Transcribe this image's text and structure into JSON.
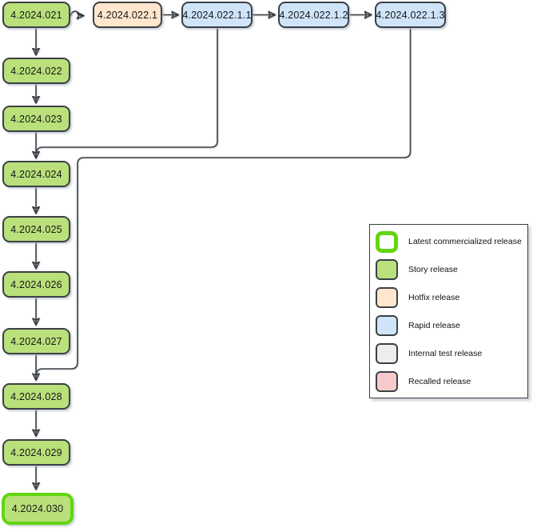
{
  "nodes": [
    {
      "label": "4.2024.021",
      "type": "story"
    },
    {
      "label": "4.2024.022.1",
      "type": "hotfix"
    },
    {
      "label": "4.2024.022.1.1",
      "type": "rapid"
    },
    {
      "label": "4.2024.022.1.2",
      "type": "rapid"
    },
    {
      "label": "4.2024.022.1.3",
      "type": "rapid"
    },
    {
      "label": "4.2024.022",
      "type": "story"
    },
    {
      "label": "4.2024.023",
      "type": "story"
    },
    {
      "label": "4.2024.024",
      "type": "story"
    },
    {
      "label": "4.2024.025",
      "type": "story"
    },
    {
      "label": "4.2024.026",
      "type": "story"
    },
    {
      "label": "4.2024.027",
      "type": "story"
    },
    {
      "label": "4.2024.028",
      "type": "story"
    },
    {
      "label": "4.2024.029",
      "type": "story"
    },
    {
      "label": "4.2024.030",
      "type": "latest-commercialized-story"
    }
  ],
  "edges": [
    {
      "from": "4.2024.021",
      "to": "4.2024.022.1",
      "style": "squiggle"
    },
    {
      "from": "4.2024.022.1",
      "to": "4.2024.022.1.1"
    },
    {
      "from": "4.2024.022.1.1",
      "to": "4.2024.022.1.2"
    },
    {
      "from": "4.2024.022.1.2",
      "to": "4.2024.022.1.3"
    },
    {
      "from": "4.2024.021",
      "to": "4.2024.022"
    },
    {
      "from": "4.2024.022",
      "to": "4.2024.023"
    },
    {
      "from": "4.2024.023",
      "to": "4.2024.024"
    },
    {
      "from": "4.2024.022.1.1",
      "to": "4.2024.024"
    },
    {
      "from": "4.2024.024",
      "to": "4.2024.025"
    },
    {
      "from": "4.2024.025",
      "to": "4.2024.026"
    },
    {
      "from": "4.2024.026",
      "to": "4.2024.027"
    },
    {
      "from": "4.2024.027",
      "to": "4.2024.028"
    },
    {
      "from": "4.2024.022.1.3",
      "to": "4.2024.028"
    },
    {
      "from": "4.2024.028",
      "to": "4.2024.029"
    },
    {
      "from": "4.2024.029",
      "to": "4.2024.030"
    }
  ],
  "legend": {
    "items": [
      {
        "label": "Latest commercialized release",
        "color": "#62d60e",
        "swatch": "white-fill-thick-green-border"
      },
      {
        "label": "Story release",
        "color": "#b9e07a",
        "swatch": "green"
      },
      {
        "label": "Hotfix release",
        "color": "#ffe6cc",
        "swatch": "orange"
      },
      {
        "label": "Rapid release",
        "color": "#cfe4f9",
        "swatch": "blue"
      },
      {
        "label": "Internal test release",
        "color": "#ededed",
        "swatch": "gray"
      },
      {
        "label": "Recalled release",
        "color": "#f8c9cb",
        "swatch": "pink"
      }
    ]
  },
  "colors": {
    "story_fill": "#b9e07a",
    "hotfix_fill": "#ffe6cc",
    "rapid_fill": "#cfe4f9",
    "internal_test_fill": "#ededed",
    "recalled_fill": "#f8c9cb",
    "latest_border": "#62d60e",
    "node_border": "#3b4045",
    "connector": "#383d42",
    "background": "#ffffff"
  }
}
